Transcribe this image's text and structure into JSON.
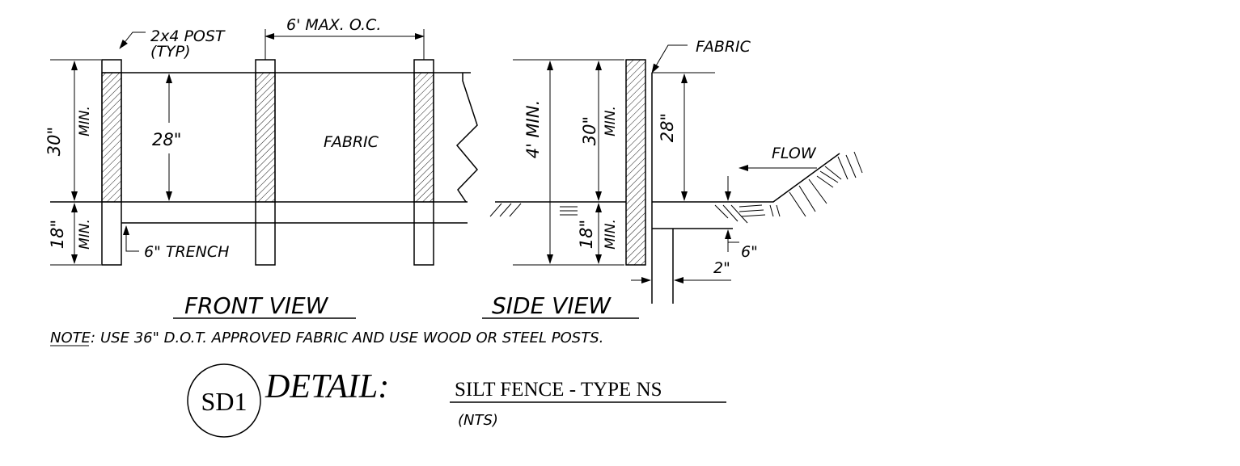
{
  "front_view": {
    "post_label_line1": "2x4 POST",
    "post_label_line2": "(TYP)",
    "spacing": "6' MAX. O.C.",
    "height_label": "30\"",
    "height_min": "MIN.",
    "fabric_height": "28\"",
    "fabric": "FABRIC",
    "embed_label": "18\"",
    "embed_min": "MIN.",
    "trench": "6\" TRENCH",
    "title": "FRONT VIEW"
  },
  "side_view": {
    "fabric": "FABRIC",
    "total_height": "4' MIN.",
    "height_label": "30\"",
    "height_min": "MIN.",
    "fabric_height": "28\"",
    "flow": "FLOW",
    "embed_label": "18\"",
    "embed_min": "MIN.",
    "trench_depth": "6\"",
    "trench_width": "2\"",
    "title": "SIDE VIEW"
  },
  "note": {
    "prefix": "NOTE:",
    "text": "USE 36\" D.O.T. APPROVED FABRIC AND USE WOOD OR STEEL POSTS."
  },
  "detail": {
    "id": "SD1",
    "label": "DETAIL:",
    "name": "SILT FENCE - TYPE NS",
    "scale": "(NTS)"
  }
}
